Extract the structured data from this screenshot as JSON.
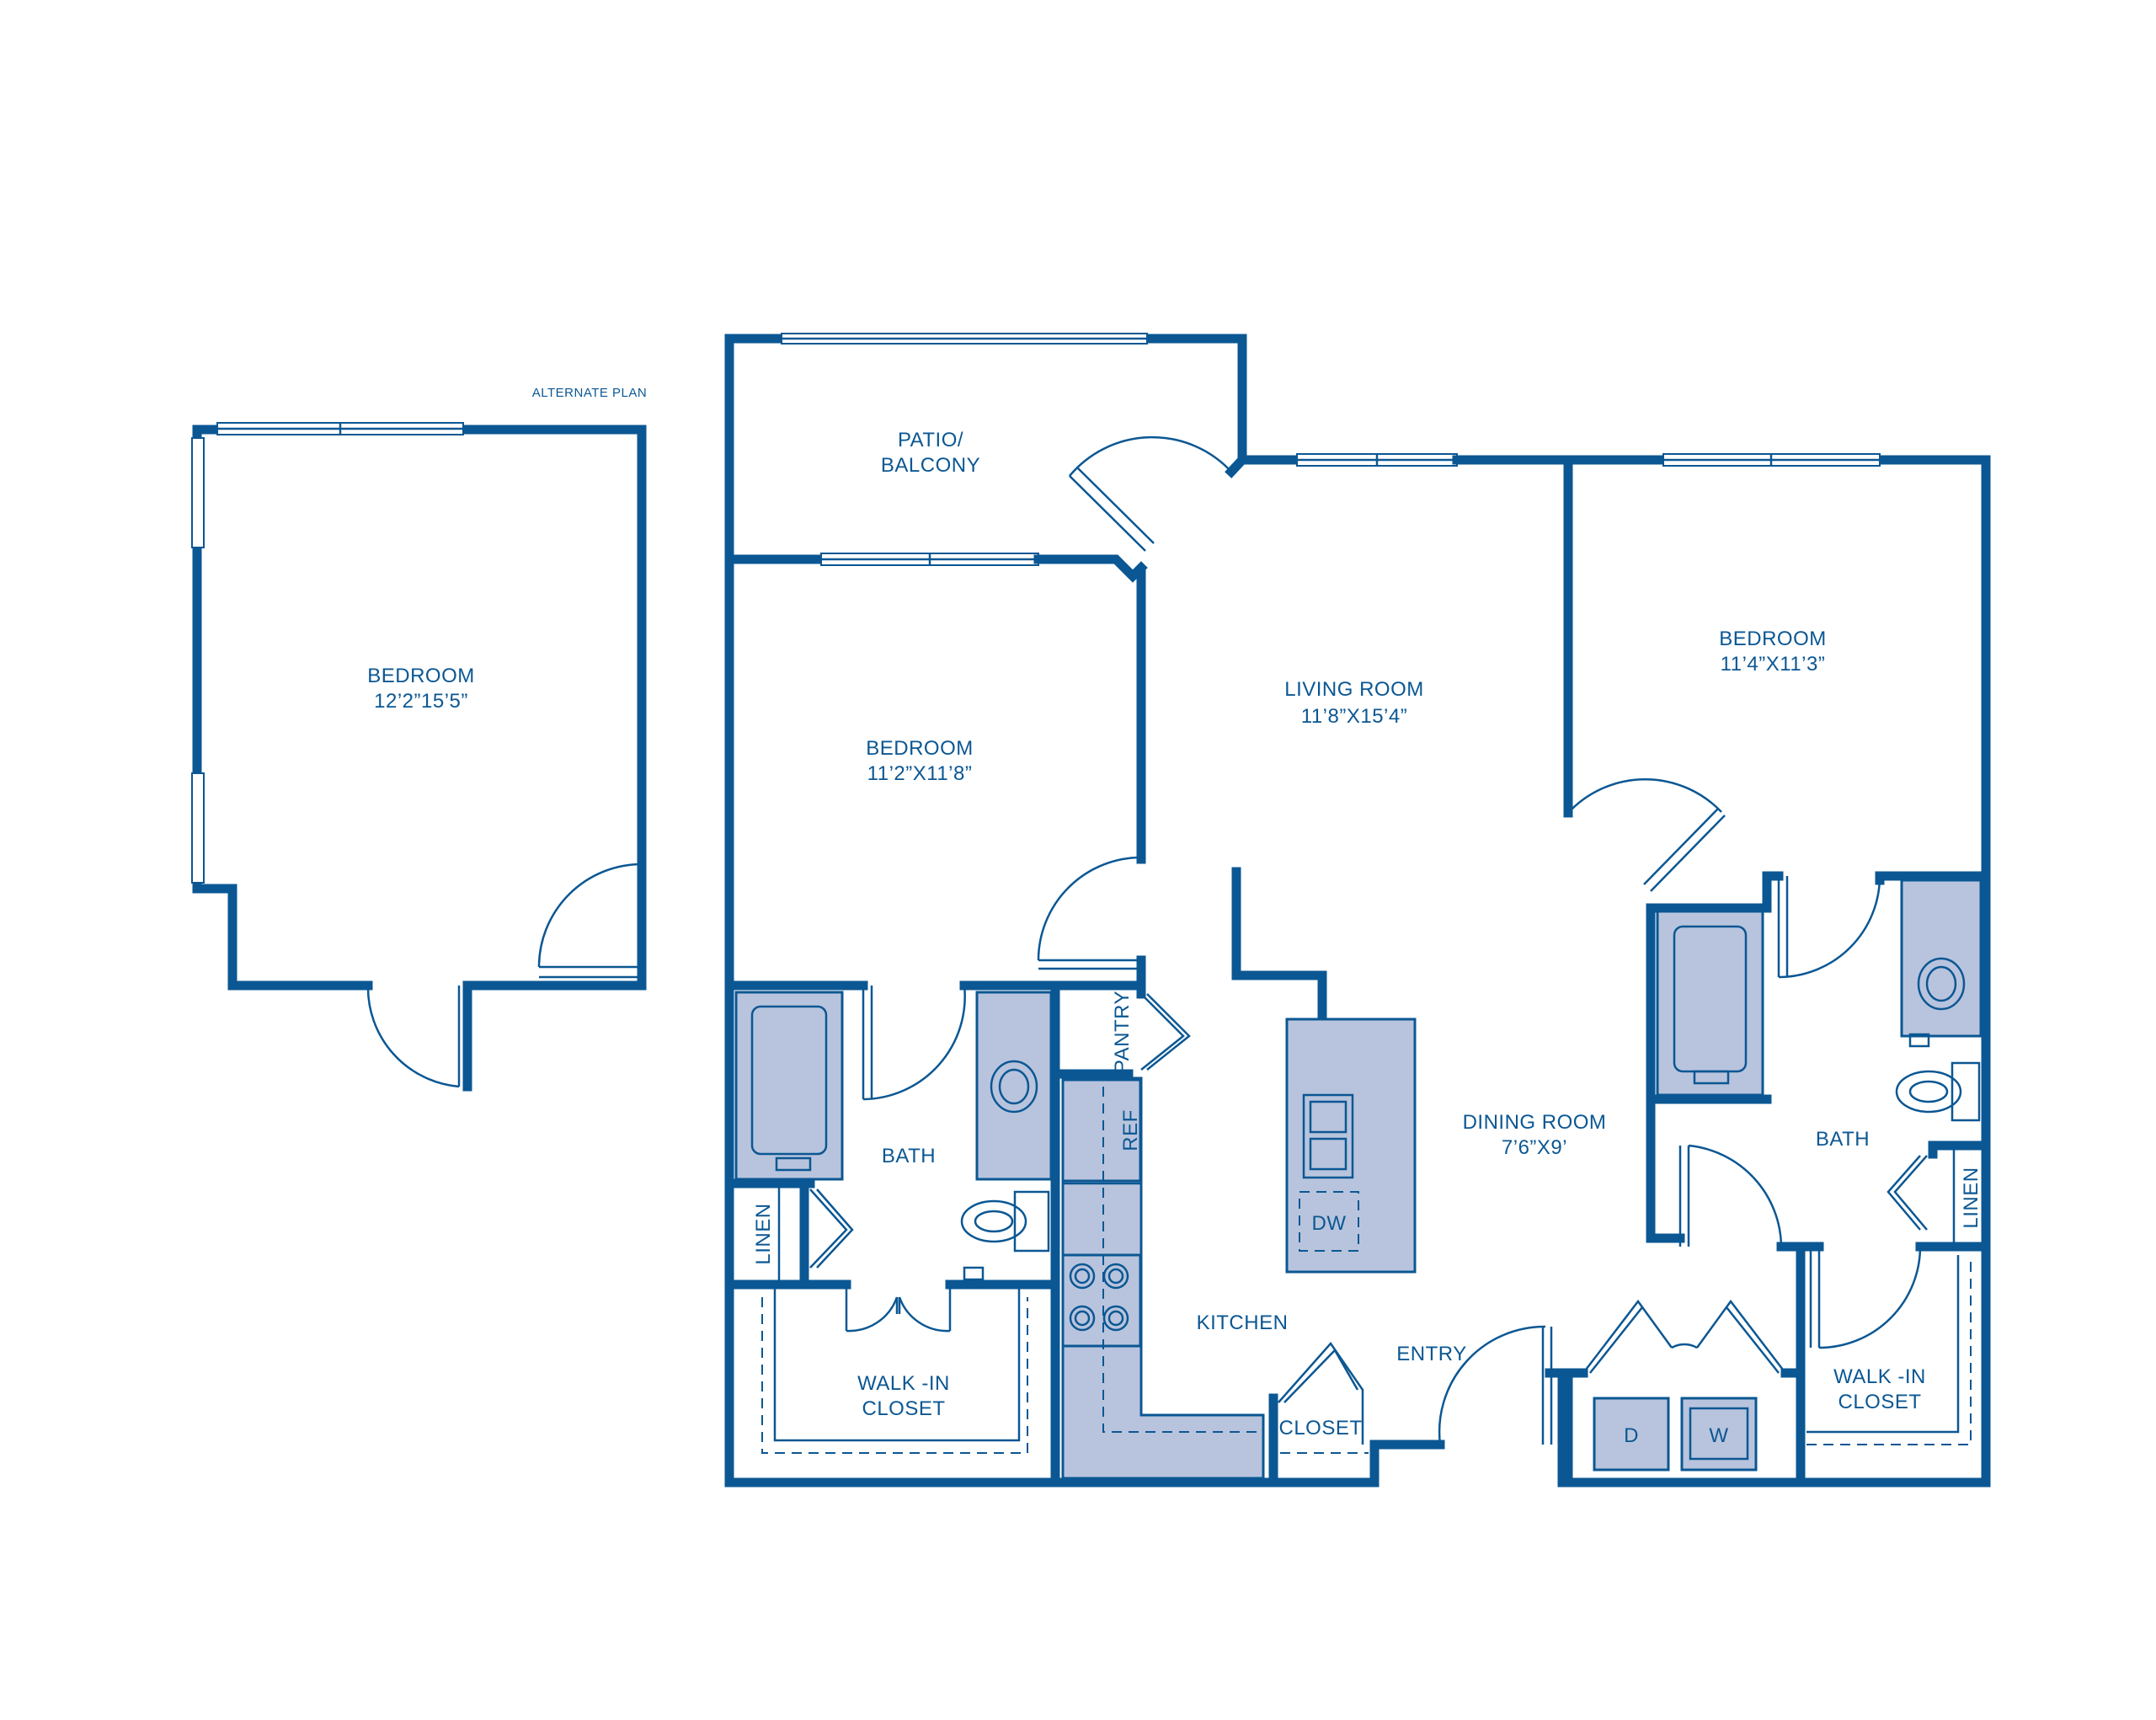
{
  "alternate_plan": {
    "caption": "ALTERNATE PLAN",
    "bedroom": {
      "name": "BEDROOM",
      "size": "12’2”15’5”"
    }
  },
  "rooms": {
    "patio": {
      "line1": "PATIO/",
      "line2": "BALCONY"
    },
    "bedroom_left": {
      "name": "BEDROOM",
      "size": "11’2”X11’8”"
    },
    "living_room": {
      "name": "LIVING ROOM",
      "size": "11’8”X15’4”"
    },
    "bedroom_right": {
      "name": "BEDROOM",
      "size": "11’4”X11’3”"
    },
    "dining_room": {
      "name": "DINING ROOM",
      "size": "7’6”X9’"
    },
    "bath_left": "BATH",
    "bath_right": "BATH",
    "kitchen": "KITCHEN",
    "entry": "ENTRY",
    "closet": "CLOSET",
    "pantry": "PANTRY",
    "linen_left": "LINEN",
    "linen_right": "LINEN",
    "walk_in_left": {
      "line1": "WALK -IN",
      "line2": "CLOSET"
    },
    "walk_in_right": {
      "line1": "WALK -IN",
      "line2": "CLOSET"
    }
  },
  "appliances": {
    "refrigerator": "REF",
    "dishwasher": "DW",
    "dryer": "D",
    "washer": "W"
  },
  "colors": {
    "wall": "#0b5793",
    "fixture_fill": "#b8c4dd",
    "background": "#ffffff"
  }
}
